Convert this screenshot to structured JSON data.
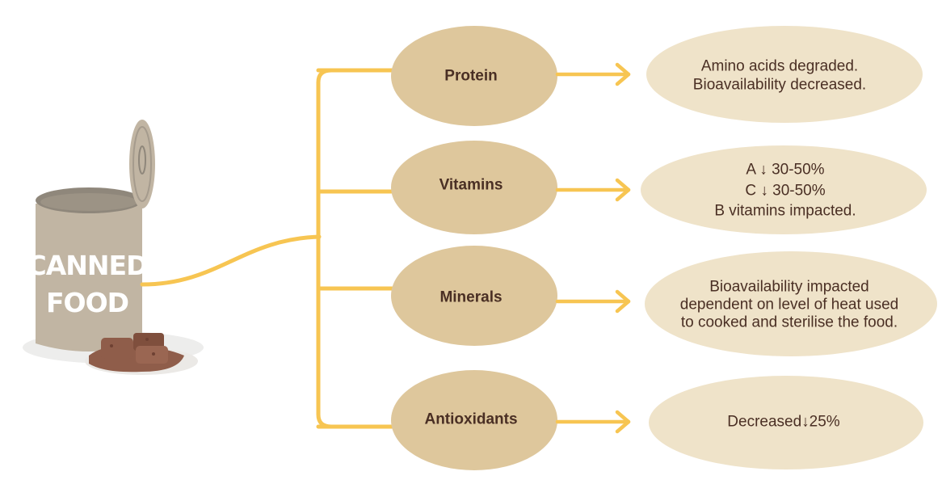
{
  "can": {
    "line1": "CANNED",
    "line2": "FOOD"
  },
  "nutrients": [
    {
      "label": "Protein",
      "result_lines": [
        "Amino acids degraded.",
        "Bioavailability decreased."
      ]
    },
    {
      "label": "Vitamins",
      "result_lines": [
        "A ↓ 30-50%",
        "C ↓ 30-50%",
        "B vitamins impacted."
      ]
    },
    {
      "label": "Minerals",
      "result_lines": [
        "Bioavailability impacted",
        "dependent on level of heat used",
        "to cooked and sterilise the food."
      ]
    },
    {
      "label": "Antioxidants",
      "result_lines": [
        "Decreased↓25%"
      ]
    }
  ],
  "colors": {
    "connector": "#f7c552",
    "node_fill": "#dec79c",
    "result_fill": "#efe3c9",
    "text": "#4a2f24",
    "can_body": "#c1b5a3",
    "can_lid": "#a59b8d",
    "food": "#8f5d4a"
  }
}
